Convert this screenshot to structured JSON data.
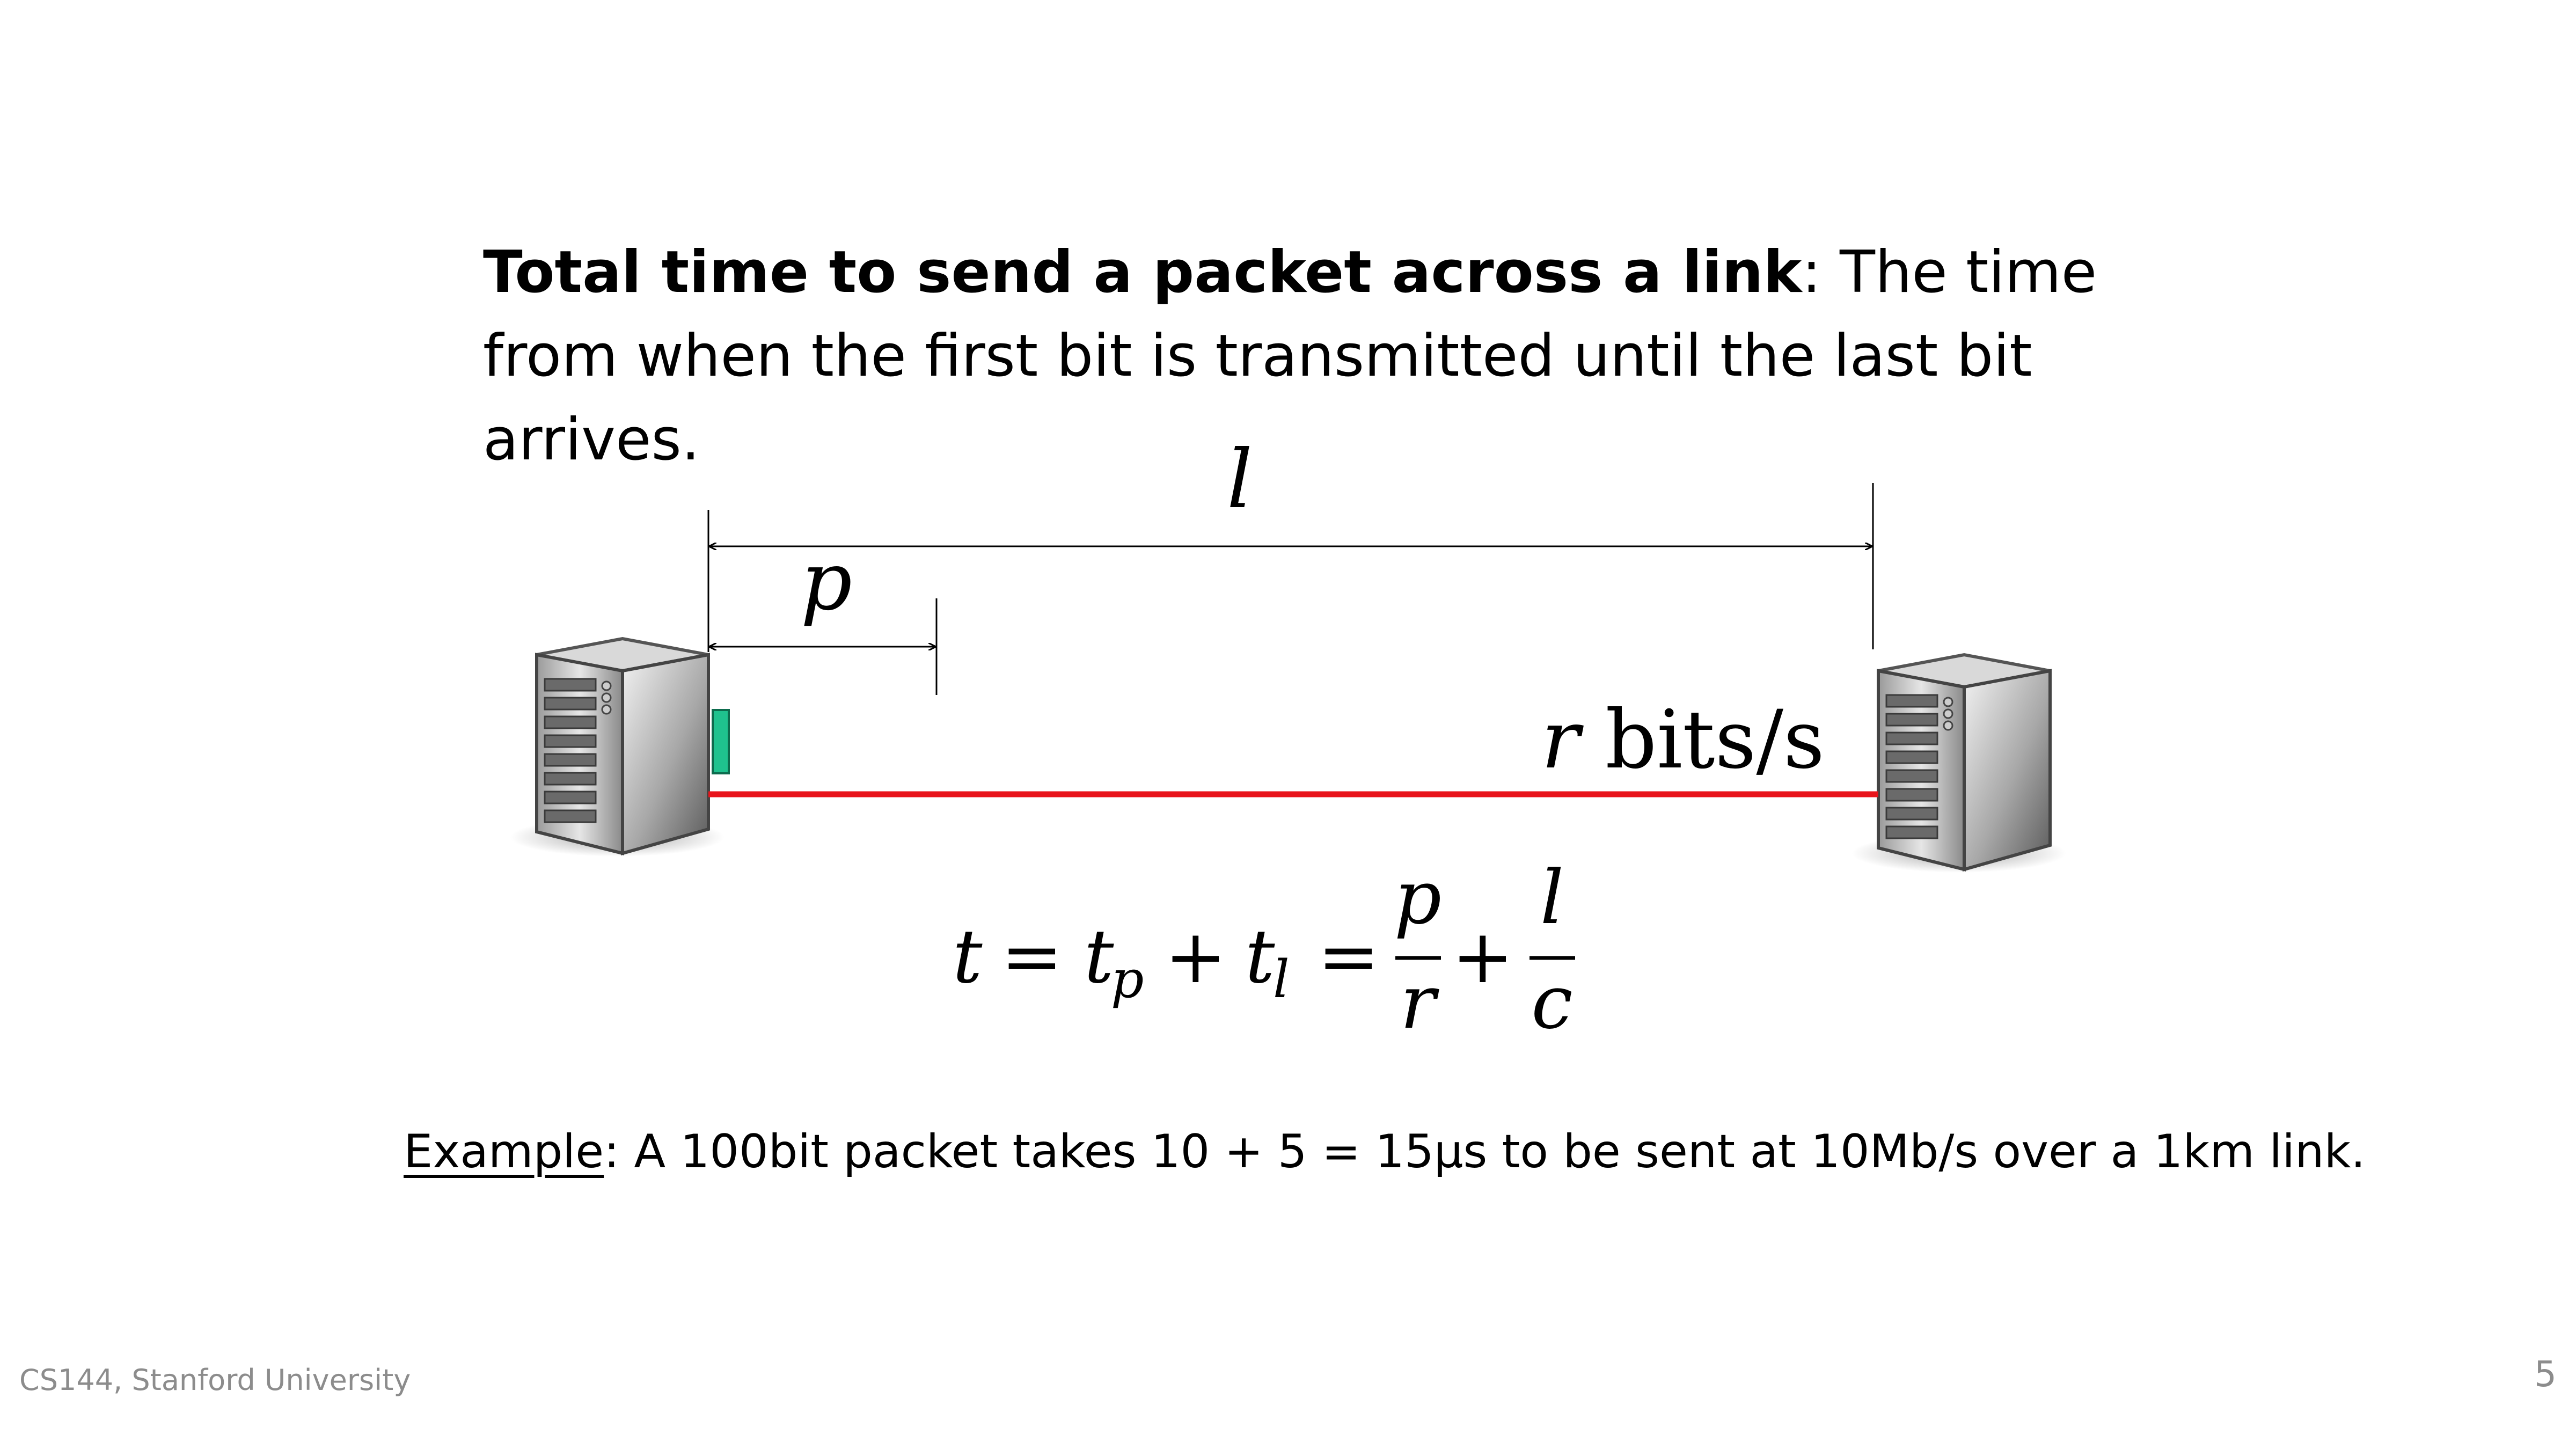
{
  "definition": {
    "term": "Total time to send a packet across a link",
    "text": ": The time from when the first bit is transmitted until the last bit arrives."
  },
  "diagram": {
    "label_l": "l",
    "label_p": "p",
    "rate_var": "r",
    "rate_unit": " bits/s",
    "colors": {
      "link": "#e8141b",
      "packet": "#1fc28e",
      "arrow": "#000000"
    }
  },
  "formula": {
    "t": "t",
    "eq": "=",
    "t_sub": "t",
    "sub_p": "p",
    "plus": "+",
    "sub_l": "l",
    "num1": "p",
    "den1": "r",
    "num2": "l",
    "den2": "c"
  },
  "example": {
    "label": "Example",
    "text": ": A 100bit packet takes 10 + 5 = 15μs to be sent at 10Mb/s over a 1km link."
  },
  "footer": {
    "course": "CS144, Stanford University",
    "page": "5"
  }
}
